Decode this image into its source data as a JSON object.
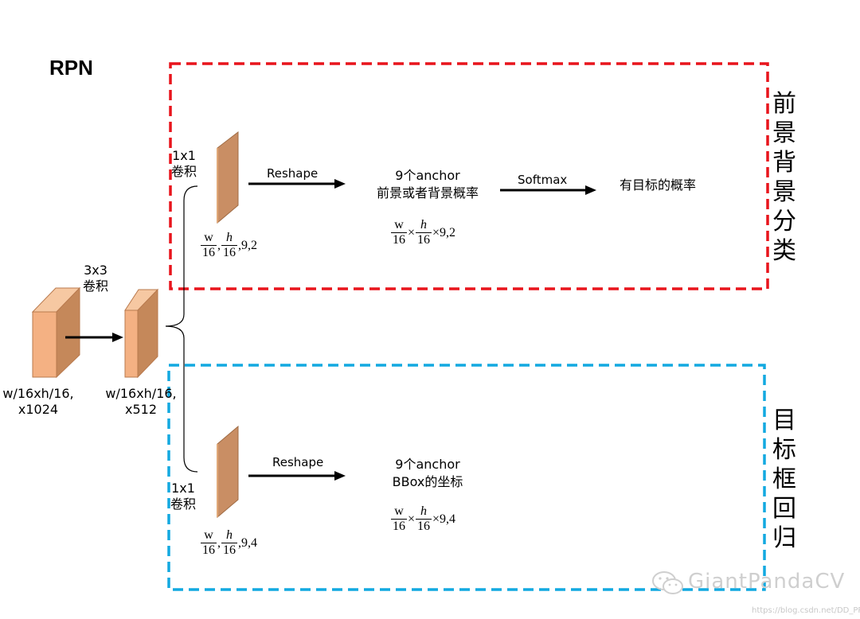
{
  "title": "RPN",
  "input": {
    "line1": "w/16xh/16,",
    "line2": "x1024"
  },
  "conv3": {
    "line1": "3x3",
    "line2": "卷积"
  },
  "mid": {
    "line1": "w/16xh/16,",
    "line2": "x512"
  },
  "top": {
    "conv_line1": "1x1",
    "conv_line2": "卷积",
    "shape": {
      "num1": "w",
      "num2": "h",
      "den": "16",
      "sep": ",",
      "rest": ",9,2"
    },
    "reshape": "Reshape",
    "anchor_line1": "9个anchor",
    "anchor_line2": "前景或者背景概率",
    "shape2": {
      "num1": "w",
      "num2": "h",
      "den": "16",
      "times": "×",
      "rest": "×9,2"
    },
    "softmax": "Softmax",
    "result": "有目标的概率",
    "side": "前景背景分类"
  },
  "bottom": {
    "conv_line1": "1x1",
    "conv_line2": "卷积",
    "shape": {
      "num1": "w",
      "num2": "h",
      "den": "16",
      "sep": ",",
      "rest": ",9,4"
    },
    "reshape": "Reshape",
    "anchor_line1": "9个anchor",
    "anchor_line2": "BBox的坐标",
    "shape2": {
      "num1": "w",
      "num2": "h",
      "den": "16",
      "times": "×",
      "rest": "×9,4"
    },
    "side": "目标框回归"
  },
  "watermark": "GiantPandaCV",
  "watermark_small": "https://blog.csdn.net/DD_PP_JJ",
  "colors": {
    "red_box": "#e8141c",
    "blue_box": "#12a9e0",
    "cube_front": "#f4b183",
    "cube_side": "#c5885a",
    "sheet_front": "#c98e64",
    "sheet_side": "#e0a878"
  }
}
